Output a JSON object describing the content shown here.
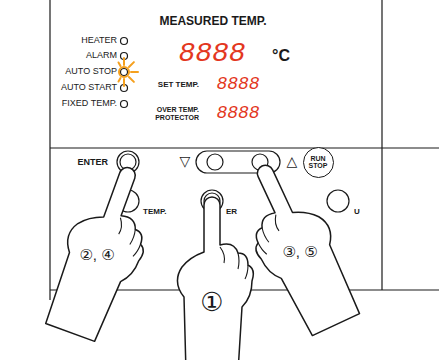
{
  "diagram": {
    "nodes": [
      {
        "text": [
          "RUN STOP"
        ]
      }
    ],
    "labels": [
      "HEATER",
      "ALARM",
      "AUTO STOP",
      "AUTO START",
      "FIXED TEMP.",
      "MEASURED TEMP.",
      "8888",
      "°C",
      "SET TEMP.",
      "8888",
      "OVER TEMP. PROTECTOR",
      "8888",
      "ENTER",
      "▽",
      "△",
      "TEMP.",
      "ER",
      "U",
      "②, ④",
      "③, ⑤",
      "①"
    ]
  }
}
